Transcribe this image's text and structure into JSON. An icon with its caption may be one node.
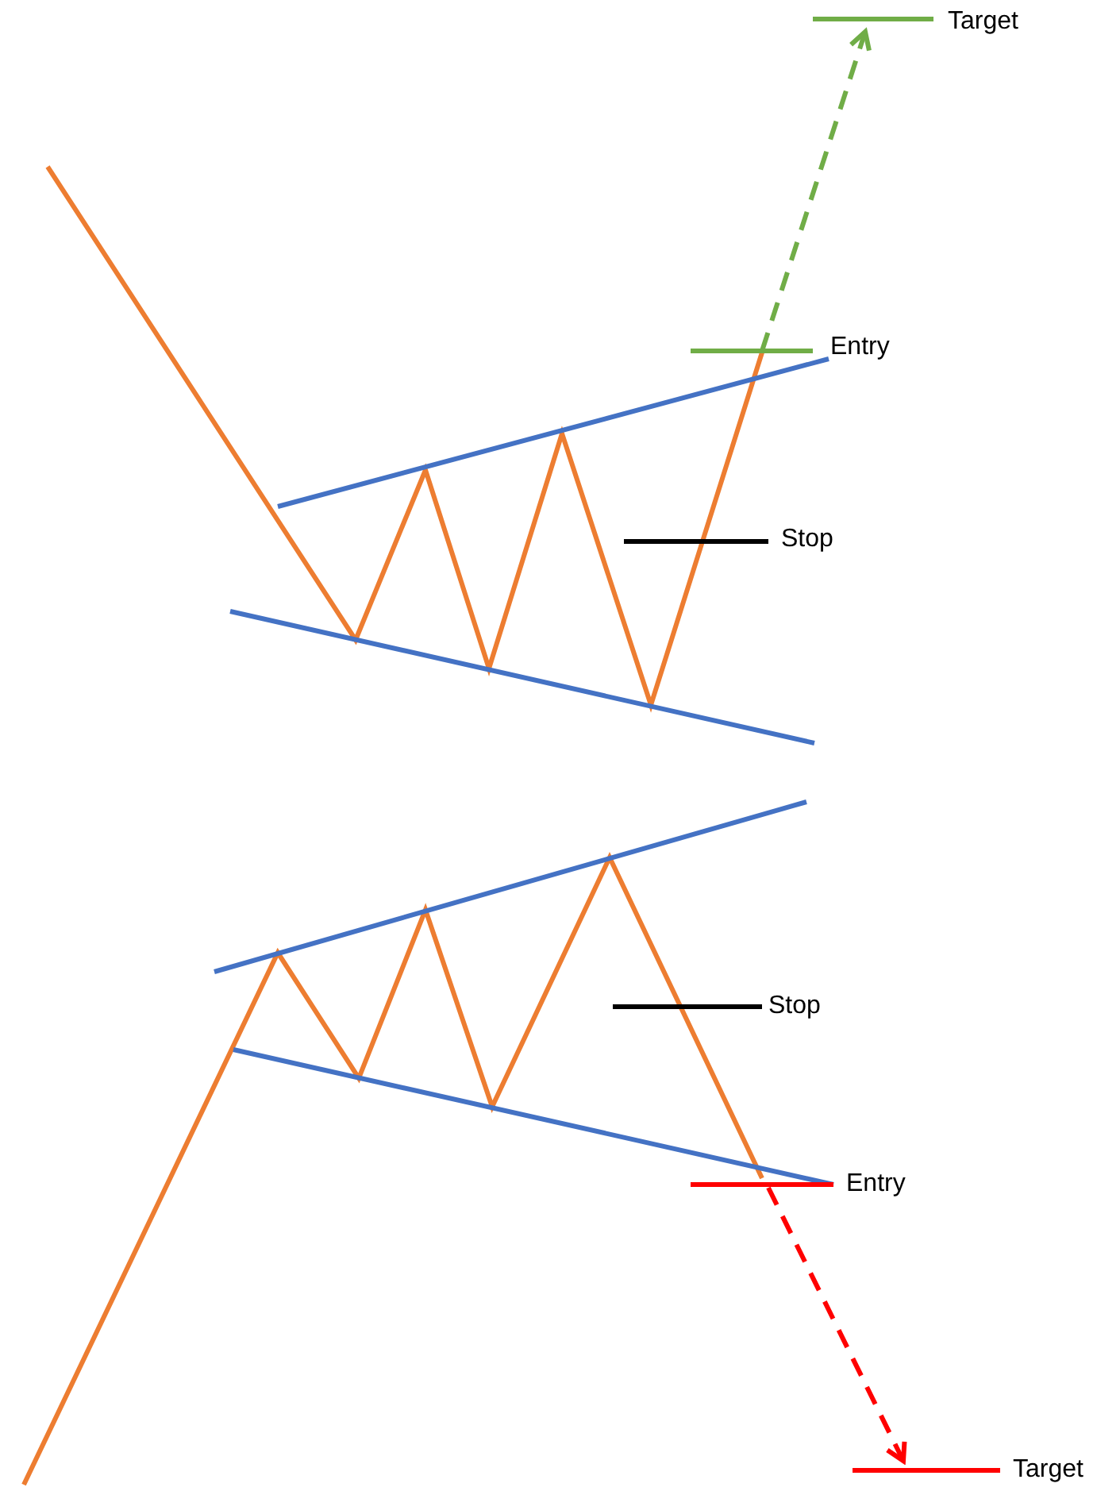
{
  "diagram": {
    "labels": [
      "Target",
      "Entry",
      "Stop",
      "Stop",
      "Entry",
      "Target"
    ]
  }
}
